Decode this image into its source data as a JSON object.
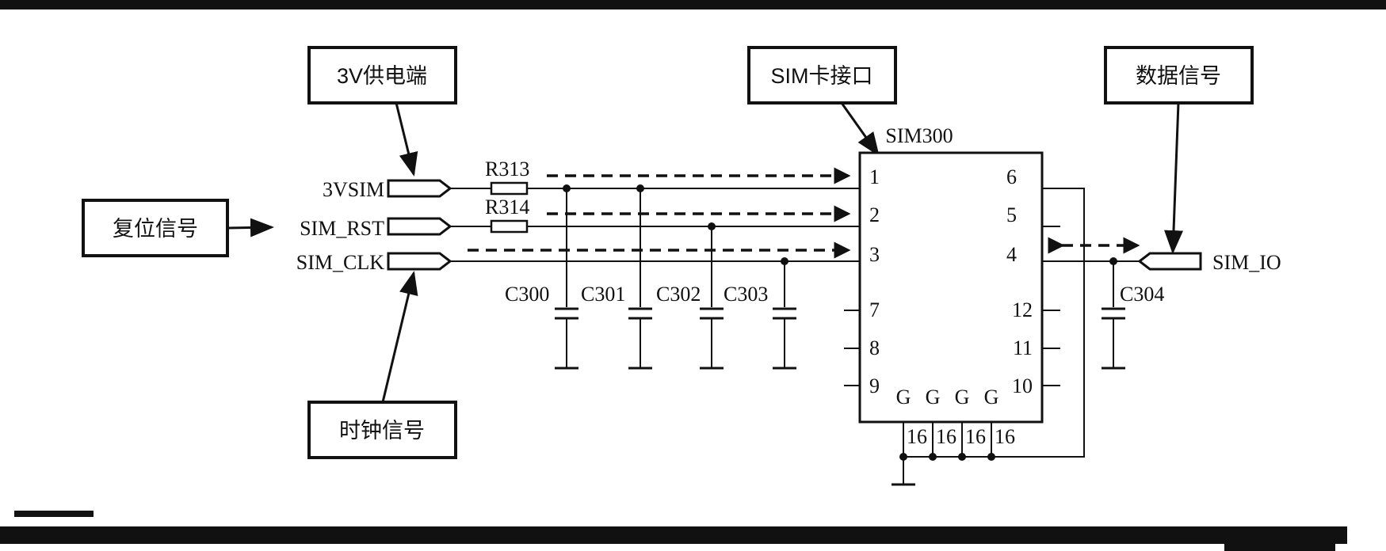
{
  "callouts": {
    "power": "3V供电端",
    "reset": "复位信号",
    "clock": "时钟信号",
    "sim_interface": "SIM卡接口",
    "data": "数据信号"
  },
  "nets": {
    "vsim": "3VSIM",
    "rst": "SIM_RST",
    "clk": "SIM_CLK",
    "io": "SIM_IO"
  },
  "resistors": {
    "r1": "R313",
    "r2": "R314"
  },
  "capacitors": {
    "c0": "C300",
    "c1": "C301",
    "c2": "C302",
    "c3": "C303",
    "c4": "C304"
  },
  "chip": {
    "name": "SIM300",
    "left_pins": [
      "1",
      "2",
      "3",
      "7",
      "8",
      "9"
    ],
    "right_pins": [
      "6",
      "5",
      "4",
      "12",
      "11",
      "10"
    ],
    "ground_labels": [
      "G",
      "G",
      "G",
      "G"
    ],
    "ground_pins": [
      "16",
      "16",
      "16",
      "16"
    ]
  }
}
